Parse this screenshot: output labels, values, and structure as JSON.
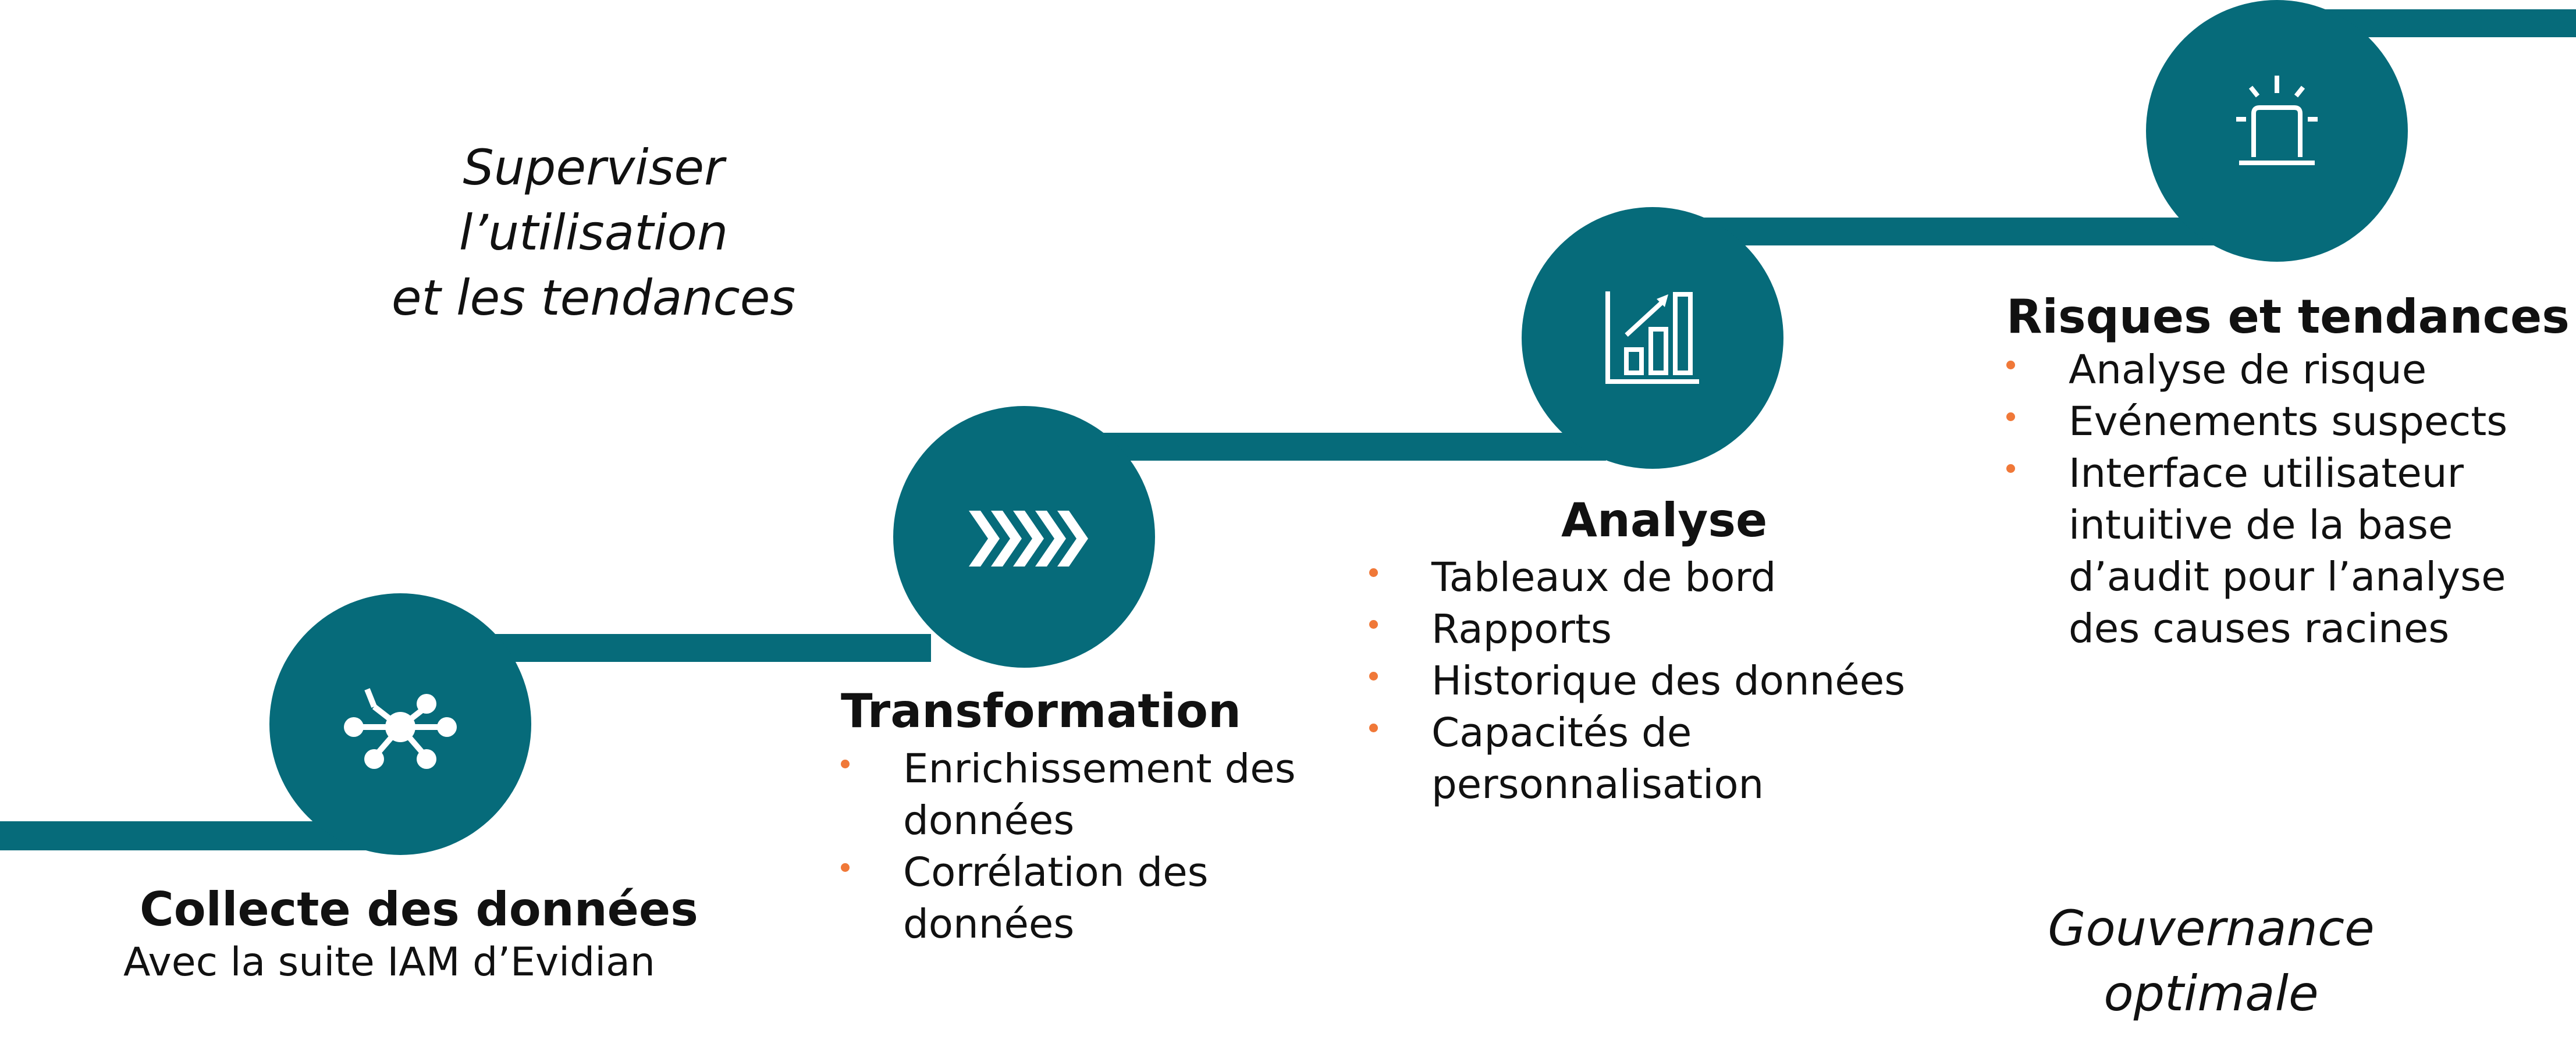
{
  "colors": {
    "accent": "#066b7a",
    "bullet": "#f07838",
    "text": "#111111"
  },
  "header": {
    "title": "Superviser l’utilisation\net les tendances"
  },
  "footer": {
    "title": "Gouvernance\noptimale"
  },
  "steps": [
    {
      "icon": "network-hub-icon",
      "title": "Collecte des données",
      "subtitle": "Avec la suite IAM d’Evidian"
    },
    {
      "icon": "chevrons-right-icon",
      "title": "Transformation",
      "items": [
        "Enrichissement des\ndonnées",
        "Corrélation des\ndonnées"
      ]
    },
    {
      "icon": "bar-chart-growth-icon",
      "title": "Analyse",
      "items": [
        "Tableaux de bord",
        "Rapports",
        "Historique des données",
        "Capacités de\npersonnalisation"
      ]
    },
    {
      "icon": "alarm-beacon-icon",
      "title": "Risques et tendances",
      "items": [
        "Analyse de risque",
        "Evénements suspects",
        "Interface utilisateur\nintuitive de la base\nd’audit pour l’analyse\ndes causes racines"
      ]
    }
  ]
}
